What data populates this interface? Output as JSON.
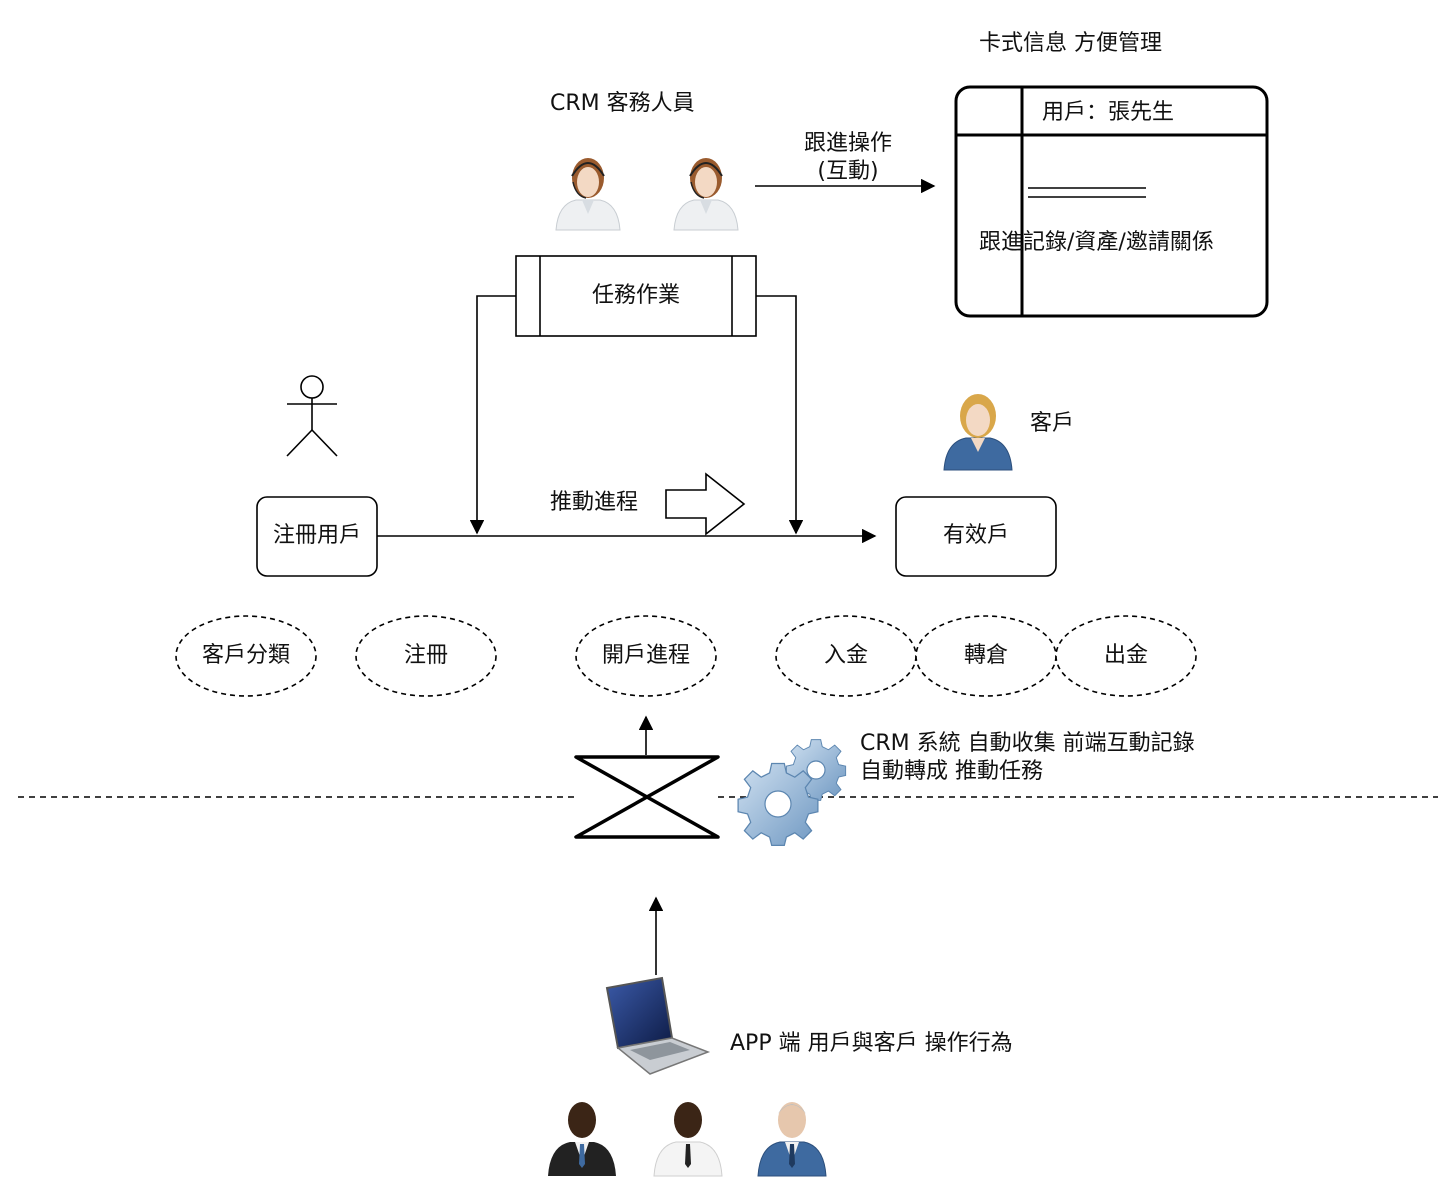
{
  "card": {
    "heading": "卡式信息 方便管理",
    "user_label": "用戶：張先生",
    "records_label": "跟進記錄/資產/邀請關係"
  },
  "crm_staff": {
    "label": "CRM 客務人員"
  },
  "follow_up": {
    "line1": "跟進操作",
    "line2": "(互動)"
  },
  "task": {
    "label": "任務作業"
  },
  "customer": {
    "label": "客戶"
  },
  "registered_user": {
    "label": "注冊用戶"
  },
  "valid_account": {
    "label": "有效戶"
  },
  "push_process": {
    "label": "推動進程"
  },
  "stages": [
    {
      "label": "客戶分類"
    },
    {
      "label": "注冊"
    },
    {
      "label": "開戶進程"
    },
    {
      "label": "入金"
    },
    {
      "label": "轉倉"
    },
    {
      "label": "出金"
    }
  ],
  "crm_system": {
    "line1": "CRM 系統 自動收集 前端互動記錄",
    "line2": "自動轉成 推動任務"
  },
  "app": {
    "label": "APP 端 用戶與客戶 操作行為"
  },
  "icons": {
    "staff": "headset-woman-icon",
    "customer": "businesswoman-icon",
    "actor": "stick-figure-icon",
    "gears": "gears-icon",
    "collator": "collate-icon",
    "laptop": "laptop-icon",
    "users": "businessman-icon"
  },
  "colors": {
    "line": "#000000",
    "gear": "#7aa3c8",
    "suit_blue": "#3e6aa0",
    "hair_brown": "#9a5b2e",
    "hair_blonde": "#d9a74a"
  }
}
